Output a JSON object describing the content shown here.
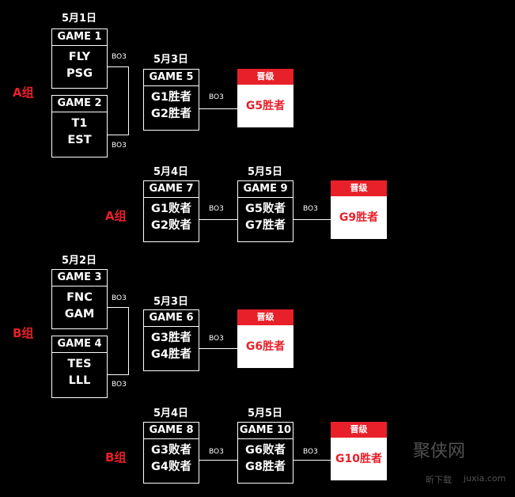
{
  "dates": [
    "5月1日",
    "5月3日",
    "5月4日",
    "5月5日",
    "5月2日",
    "5月3日",
    "5月4日",
    "5月5日"
  ],
  "groups": [
    "A组",
    "A组",
    "B组",
    "B组"
  ],
  "games": [
    {
      "label": "GAME 1",
      "teams": [
        "FLY",
        "PSG"
      ]
    },
    {
      "label": "GAME 2",
      "teams": [
        "T1",
        "EST"
      ]
    },
    {
      "label": "GAME 5",
      "teams": [
        "G1胜者",
        "G2胜者"
      ]
    },
    {
      "label": "GAME 7",
      "teams": [
        "G1败者",
        "G2败者"
      ]
    },
    {
      "label": "GAME 9",
      "teams": [
        "G5败者",
        "G7胜者"
      ]
    },
    {
      "label": "GAME 3",
      "teams": [
        "FNC",
        "GAM"
      ]
    },
    {
      "label": "GAME 4",
      "teams": [
        "TES",
        "LLL"
      ]
    },
    {
      "label": "GAME 6",
      "teams": [
        "G3胜者",
        "G4胜者"
      ]
    },
    {
      "label": "GAME 8",
      "teams": [
        "G3败者",
        "G4败者"
      ]
    },
    {
      "label": "GAME 10",
      "teams": [
        "G6败者",
        "G8胜者"
      ]
    }
  ],
  "format": "BO3",
  "advance": [
    {
      "header": "晋级",
      "winner": "G5胜者"
    },
    {
      "header": "晋级",
      "winner": "G9胜者"
    },
    {
      "header": "晋级",
      "winner": "G6胜者"
    },
    {
      "header": "晋级",
      "winner": "G10胜者"
    }
  ],
  "watermark": {
    "name": "聚侠网",
    "url": "juxia.com",
    "sub": "昕下载"
  }
}
